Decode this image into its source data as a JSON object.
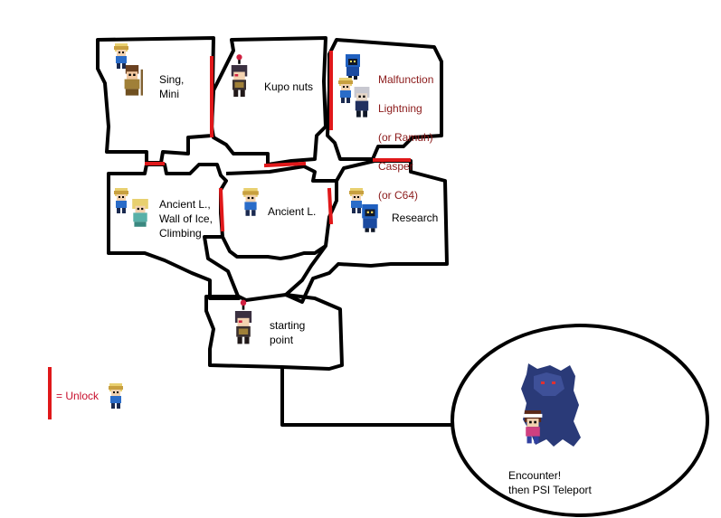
{
  "colors": {
    "wall": "#000000",
    "unlock_gate": "#e0181a",
    "red_text": "#8b1a1a",
    "legend_text": "#c8102e",
    "hair_blonde": "#e8d070",
    "hair_dark": "#3a3040",
    "shirt_blue": "#2a6cc8",
    "monster_blue": "#2a3a78"
  },
  "rooms": {
    "top_left": {
      "label": "Sing,\nMini",
      "sprites": [
        "blonde-boy-icon",
        "staff-girl-icon"
      ]
    },
    "top_mid": {
      "label": "Kupo nuts",
      "sprites": [
        "moogle-icon"
      ]
    },
    "top_right": {
      "label_lines": [
        "Malfunction",
        "Lightning",
        "(or Ramuh)",
        "Casper",
        "(or C64)"
      ],
      "sprites": [
        "black-mage-icon",
        "blonde-boy-icon",
        "robot-icon"
      ]
    },
    "mid_left": {
      "label": "Ancient L.,\nWall of Ice,\nClimbing",
      "sprites": [
        "blonde-boy-icon",
        "blonde-girl-icon"
      ]
    },
    "mid_center": {
      "label": "Ancient L.",
      "sprites": [
        "blonde-boy-icon"
      ]
    },
    "mid_right": {
      "label": "Research",
      "sprites": [
        "blonde-boy-icon",
        "black-mage-icon"
      ]
    },
    "start": {
      "label": "starting\npoint",
      "sprites": [
        "moogle-icon"
      ]
    }
  },
  "legend": {
    "text": "= Unlock",
    "icon": "blonde-boy-icon"
  },
  "encounter": {
    "label": "Encounter!\nthen PSI Teleport",
    "sprites": [
      "monster-icon",
      "girl-hero-icon"
    ]
  }
}
